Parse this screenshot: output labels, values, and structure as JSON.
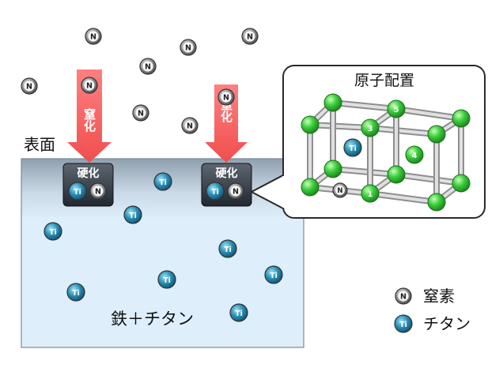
{
  "labels": {
    "surface": "表面",
    "material": "鉄＋チタン",
    "arrow_text": "窒化",
    "hardened": "硬化",
    "inset_title": "原子配置"
  },
  "atoms": {
    "nitrogen_symbol": "N",
    "titanium_symbol": "Ti"
  },
  "legend": {
    "nitrogen": "窒素",
    "titanium": "チタン"
  },
  "lattice_numbers": [
    "1",
    "3",
    "4",
    "5"
  ],
  "colors": {
    "nitrogen_atom": "#8a8a8a",
    "titanium_atom": "#1c7fa6",
    "lattice_atom": "#3cc83c",
    "arrow": "#f46a6a",
    "substrate": "#deeefa"
  }
}
